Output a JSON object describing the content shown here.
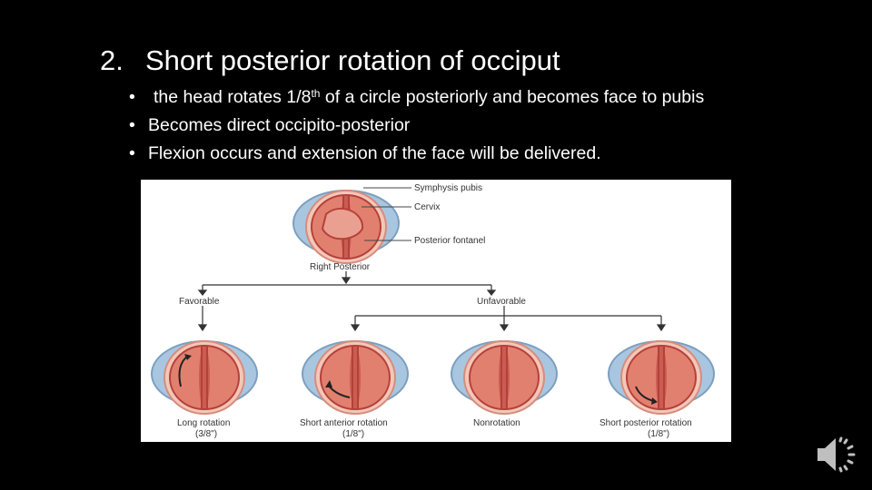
{
  "slide": {
    "title_number": "2.",
    "title_text": "Short posterior rotation of occiput",
    "bullets": [
      {
        "pre": "the head rotates 1/8",
        "sup": "th",
        "post": " of a circle posteriorly and becomes face to pubis"
      },
      {
        "text": "Becomes direct occipito-posterior"
      },
      {
        "text": "Flexion occurs and extension of the face will be delivered."
      }
    ]
  },
  "figure": {
    "top_labels": [
      "Symphysis pubis",
      "Cervix",
      "Posterior fontanel"
    ],
    "position_label": "Right Posterior",
    "branch_favorable": "Favorable",
    "branch_unfavorable": "Unfavorable",
    "outcomes": [
      {
        "name": "Long rotation",
        "fraction": "(3/8\")"
      },
      {
        "name": "Short anterior rotation",
        "fraction": "(1/8\")"
      },
      {
        "name": "Nonrotation",
        "fraction": ""
      },
      {
        "name": "Short posterior rotation",
        "fraction": "(1/8\")"
      }
    ]
  },
  "colors": {
    "background": "#000000",
    "text": "#ffffff",
    "pelvis": "#a9c6e0",
    "head": "#e2806f",
    "head_dark": "#b5403a"
  },
  "icons": [
    "speaker-icon"
  ]
}
